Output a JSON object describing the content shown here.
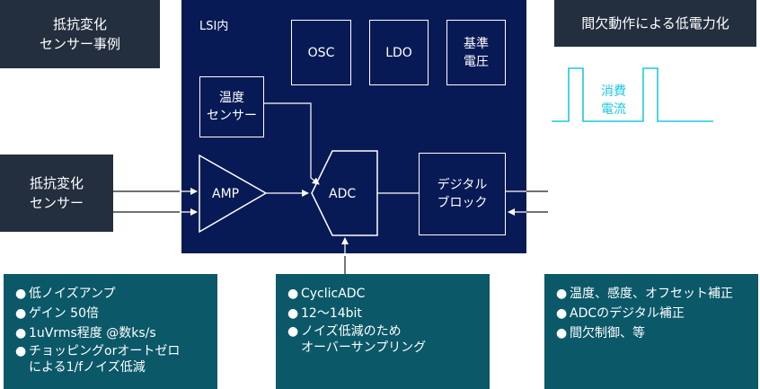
{
  "left_top_box": {
    "line1": "抵抗変化",
    "line2": "センサー事例"
  },
  "left_sensor_box": {
    "line1": "抵抗変化",
    "line2": "センサー"
  },
  "right_top_box": {
    "label": "間欠動作による低電力化"
  },
  "chip": {
    "label": "LSI内",
    "osc": "OSC",
    "ldo": "LDO",
    "ref_line1": "基準",
    "ref_line2": "電圧",
    "temp_line1": "温度",
    "temp_line2": "センサー",
    "amp": "AMP",
    "adc": "ADC",
    "digital_line1": "デジタル",
    "digital_line2": "ブロック"
  },
  "pulse": {
    "line1": "消費",
    "line2": "電流",
    "color": "#1ec8e0"
  },
  "colors": {
    "dark_box": "#232f3e",
    "chip": "#081a55",
    "teal_panel": "#0b5868"
  },
  "bullet_symbol": "●",
  "panels": {
    "amp": [
      "低ノイズアンプ",
      "ゲイン 50倍",
      "1uVrms程度 @数ks/s",
      "チョッピングorオートゼロ\nによる1/fノイズ低減"
    ],
    "adc": [
      "CyclicADC",
      "12～14bit",
      "ノイズ低減のため\nオーバーサンプリング"
    ],
    "digital": [
      "温度、感度、オフセット補正",
      "ADCのデジタル補正",
      "間欠制御、等"
    ]
  }
}
